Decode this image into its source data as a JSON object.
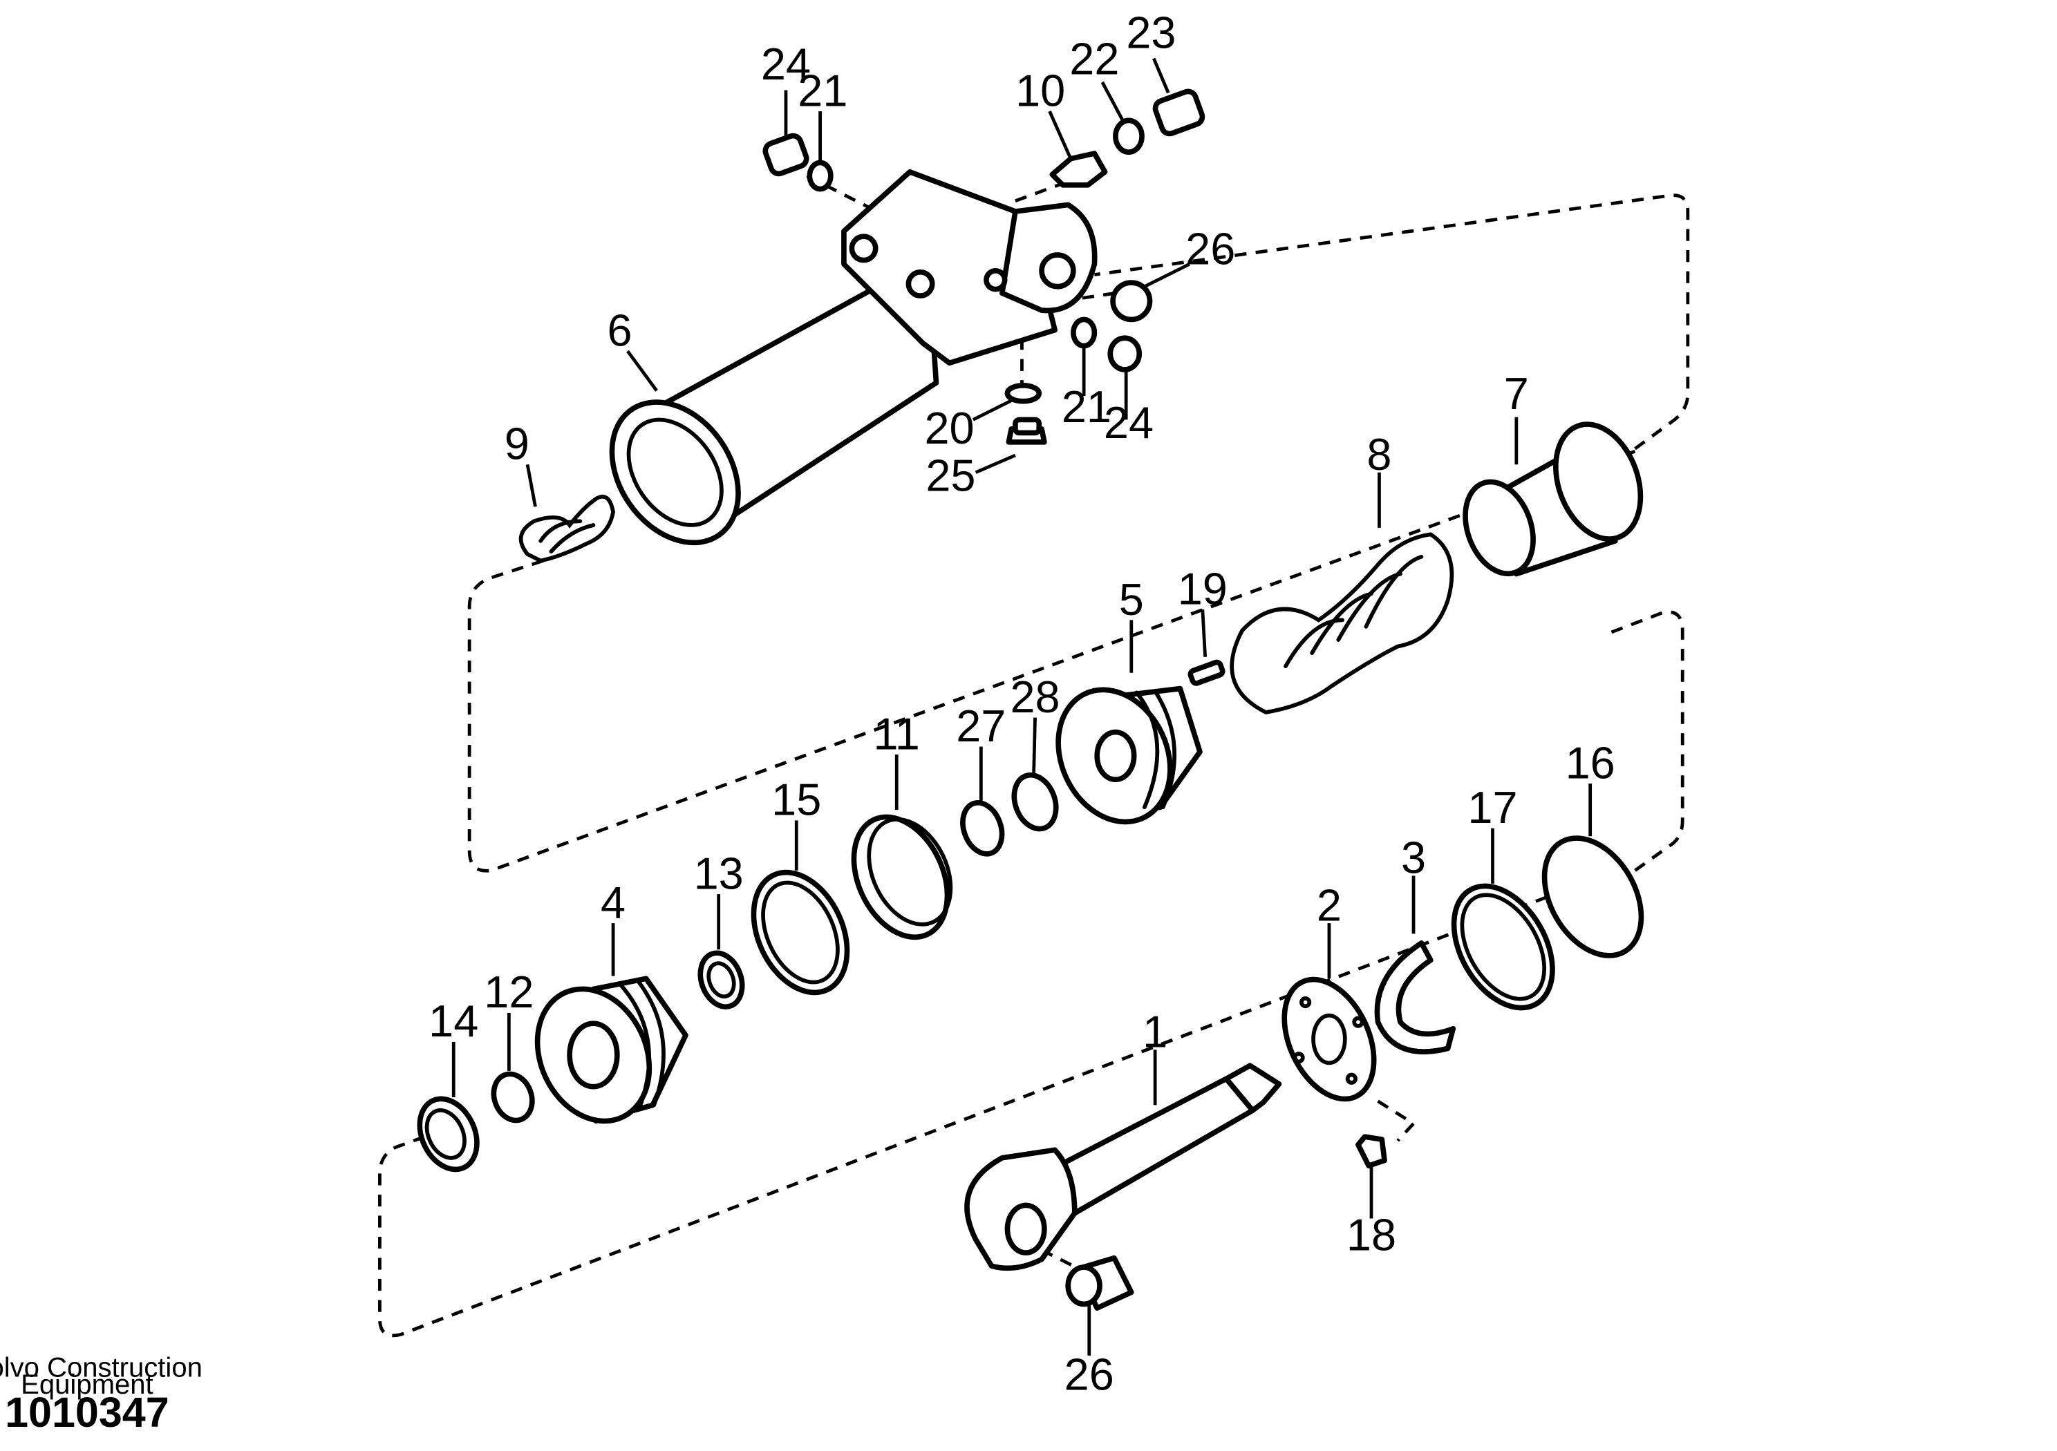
{
  "publisher": {
    "line1": "Volvo Construction",
    "line2": "Equipment"
  },
  "document_number": "1010347",
  "part_numbers": {
    "p1": "1",
    "p2": "2",
    "p3": "3",
    "p4": "4",
    "p5": "5",
    "p6": "6",
    "p7": "7",
    "p8": "8",
    "p9": "9",
    "p10": "10",
    "p11": "11",
    "p12": "12",
    "p13": "13",
    "p14": "14",
    "p15": "15",
    "p16": "16",
    "p17": "17",
    "p18": "18",
    "p19": "19",
    "p20": "20",
    "p21": "21",
    "p22": "22",
    "p23": "23",
    "p24": "24",
    "p25": "25",
    "p26": "26",
    "p27": "27",
    "p28": "28"
  }
}
